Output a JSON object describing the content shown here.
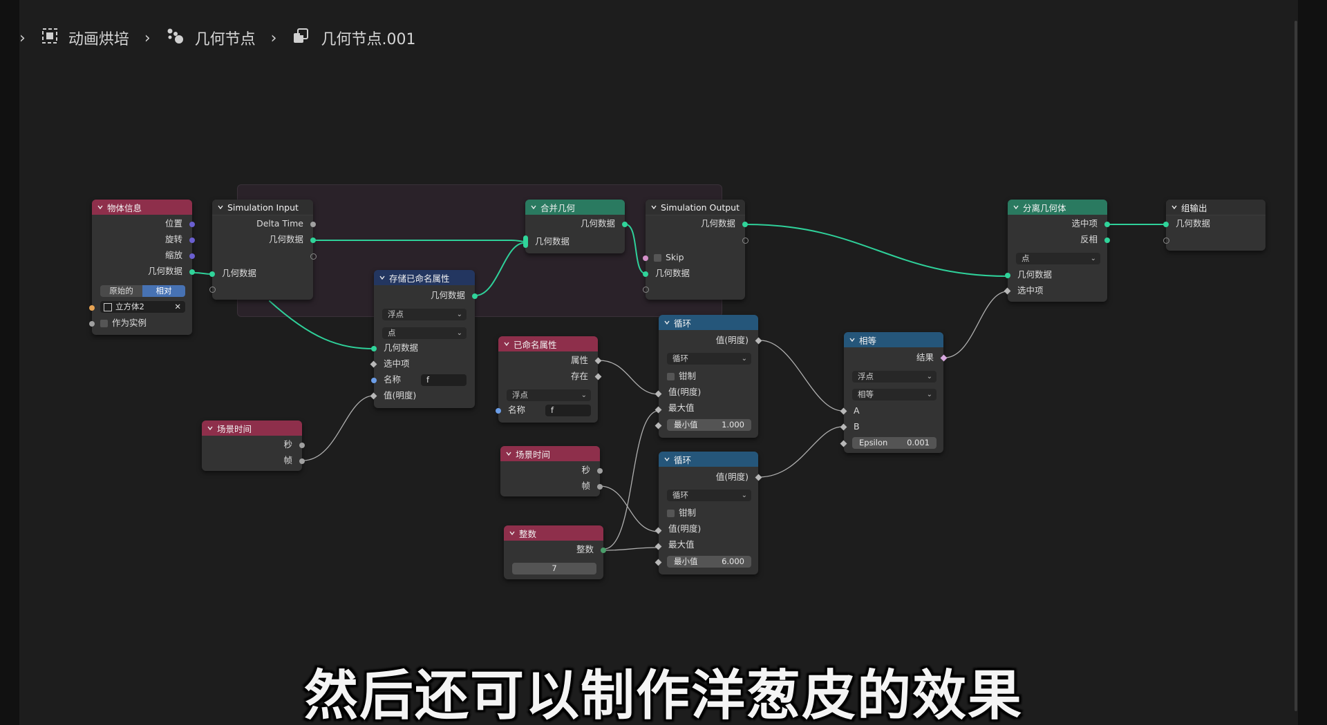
{
  "breadcrumb": {
    "items": [
      {
        "label": "动画烘培",
        "icon": "scene-icon"
      },
      {
        "label": "几何节点",
        "icon": "geometry-nodes-icon"
      },
      {
        "label": "几何节点.001",
        "icon": "node-tree-icon"
      }
    ]
  },
  "subtitle": "然后还可以制作洋葱皮的效果",
  "colors": {
    "background": "#1d1d1d",
    "header_input": "#8e2f4b",
    "header_geometry": "#2a7a60",
    "header_utility": "#25567a",
    "header_attribute": "#233660",
    "socket_geometry": "#30d49a",
    "socket_vector": "#6a5fd0",
    "link_geometry": "#2fd19a",
    "link_value": "#b0b0b0"
  },
  "nodes": {
    "object_info": {
      "title": "物体信息",
      "out_location": "位置",
      "out_rotation": "旋转",
      "out_scale": "缩放",
      "out_geometry": "几何数据",
      "mode_original": "原始的",
      "mode_relative": "相对",
      "object": "立方体2",
      "as_instance": "作为实例"
    },
    "sim_input": {
      "title": "Simulation Input",
      "out_delta": "Delta Time",
      "out_geometry": "几何数据",
      "in_geometry": "几何数据"
    },
    "join_geo": {
      "title": "合并几何",
      "out_geometry": "几何数据",
      "in_geometry": "几何数据"
    },
    "sim_output": {
      "title": "Simulation Output",
      "out_geometry": "几何数据",
      "skip": "Skip",
      "in_geometry": "几何数据"
    },
    "store_attr": {
      "title": "存储已命名属性",
      "out_geometry": "几何数据",
      "type": "浮点",
      "domain": "点",
      "in_geometry": "几何数据",
      "in_selection": "选中项",
      "in_name": "名称",
      "name_value": "f",
      "in_value": "值(明度)"
    },
    "named_attr": {
      "title": "已命名属性",
      "out_attribute": "属性",
      "out_exists": "存在",
      "type": "浮点",
      "in_name": "名称",
      "name_value": "f"
    },
    "scene_time_1": {
      "title": "场景时间",
      "out_seconds": "秒",
      "out_frame": "帧"
    },
    "scene_time_2": {
      "title": "场景时间",
      "out_seconds": "秒",
      "out_frame": "帧"
    },
    "integer": {
      "title": "整数",
      "out_integer": "整数",
      "value": "7"
    },
    "wrap_1": {
      "title": "循环",
      "out_value": "值(明度)",
      "op": "循环",
      "clamp": "钳制",
      "in_value": "值(明度)",
      "in_max": "最大值",
      "in_min_label": "最小值",
      "in_min_value": "1.000"
    },
    "wrap_2": {
      "title": "循环",
      "out_value": "值(明度)",
      "op": "循环",
      "clamp": "钳制",
      "in_value": "值(明度)",
      "in_max": "最大值",
      "in_min_label": "最小值",
      "in_min_value": "6.000"
    },
    "compare": {
      "title": "相等",
      "out_result": "结果",
      "type": "浮点",
      "op": "相等",
      "in_a": "A",
      "in_b": "B",
      "epsilon_label": "Epsilon",
      "epsilon_value": "0.001"
    },
    "separate_geo": {
      "title": "分离几何体",
      "out_selection": "选中项",
      "out_inverted": "反相",
      "domain": "点",
      "in_geometry": "几何数据",
      "in_selection": "选中项"
    },
    "group_output": {
      "title": "组输出",
      "in_geometry": "几何数据"
    }
  }
}
